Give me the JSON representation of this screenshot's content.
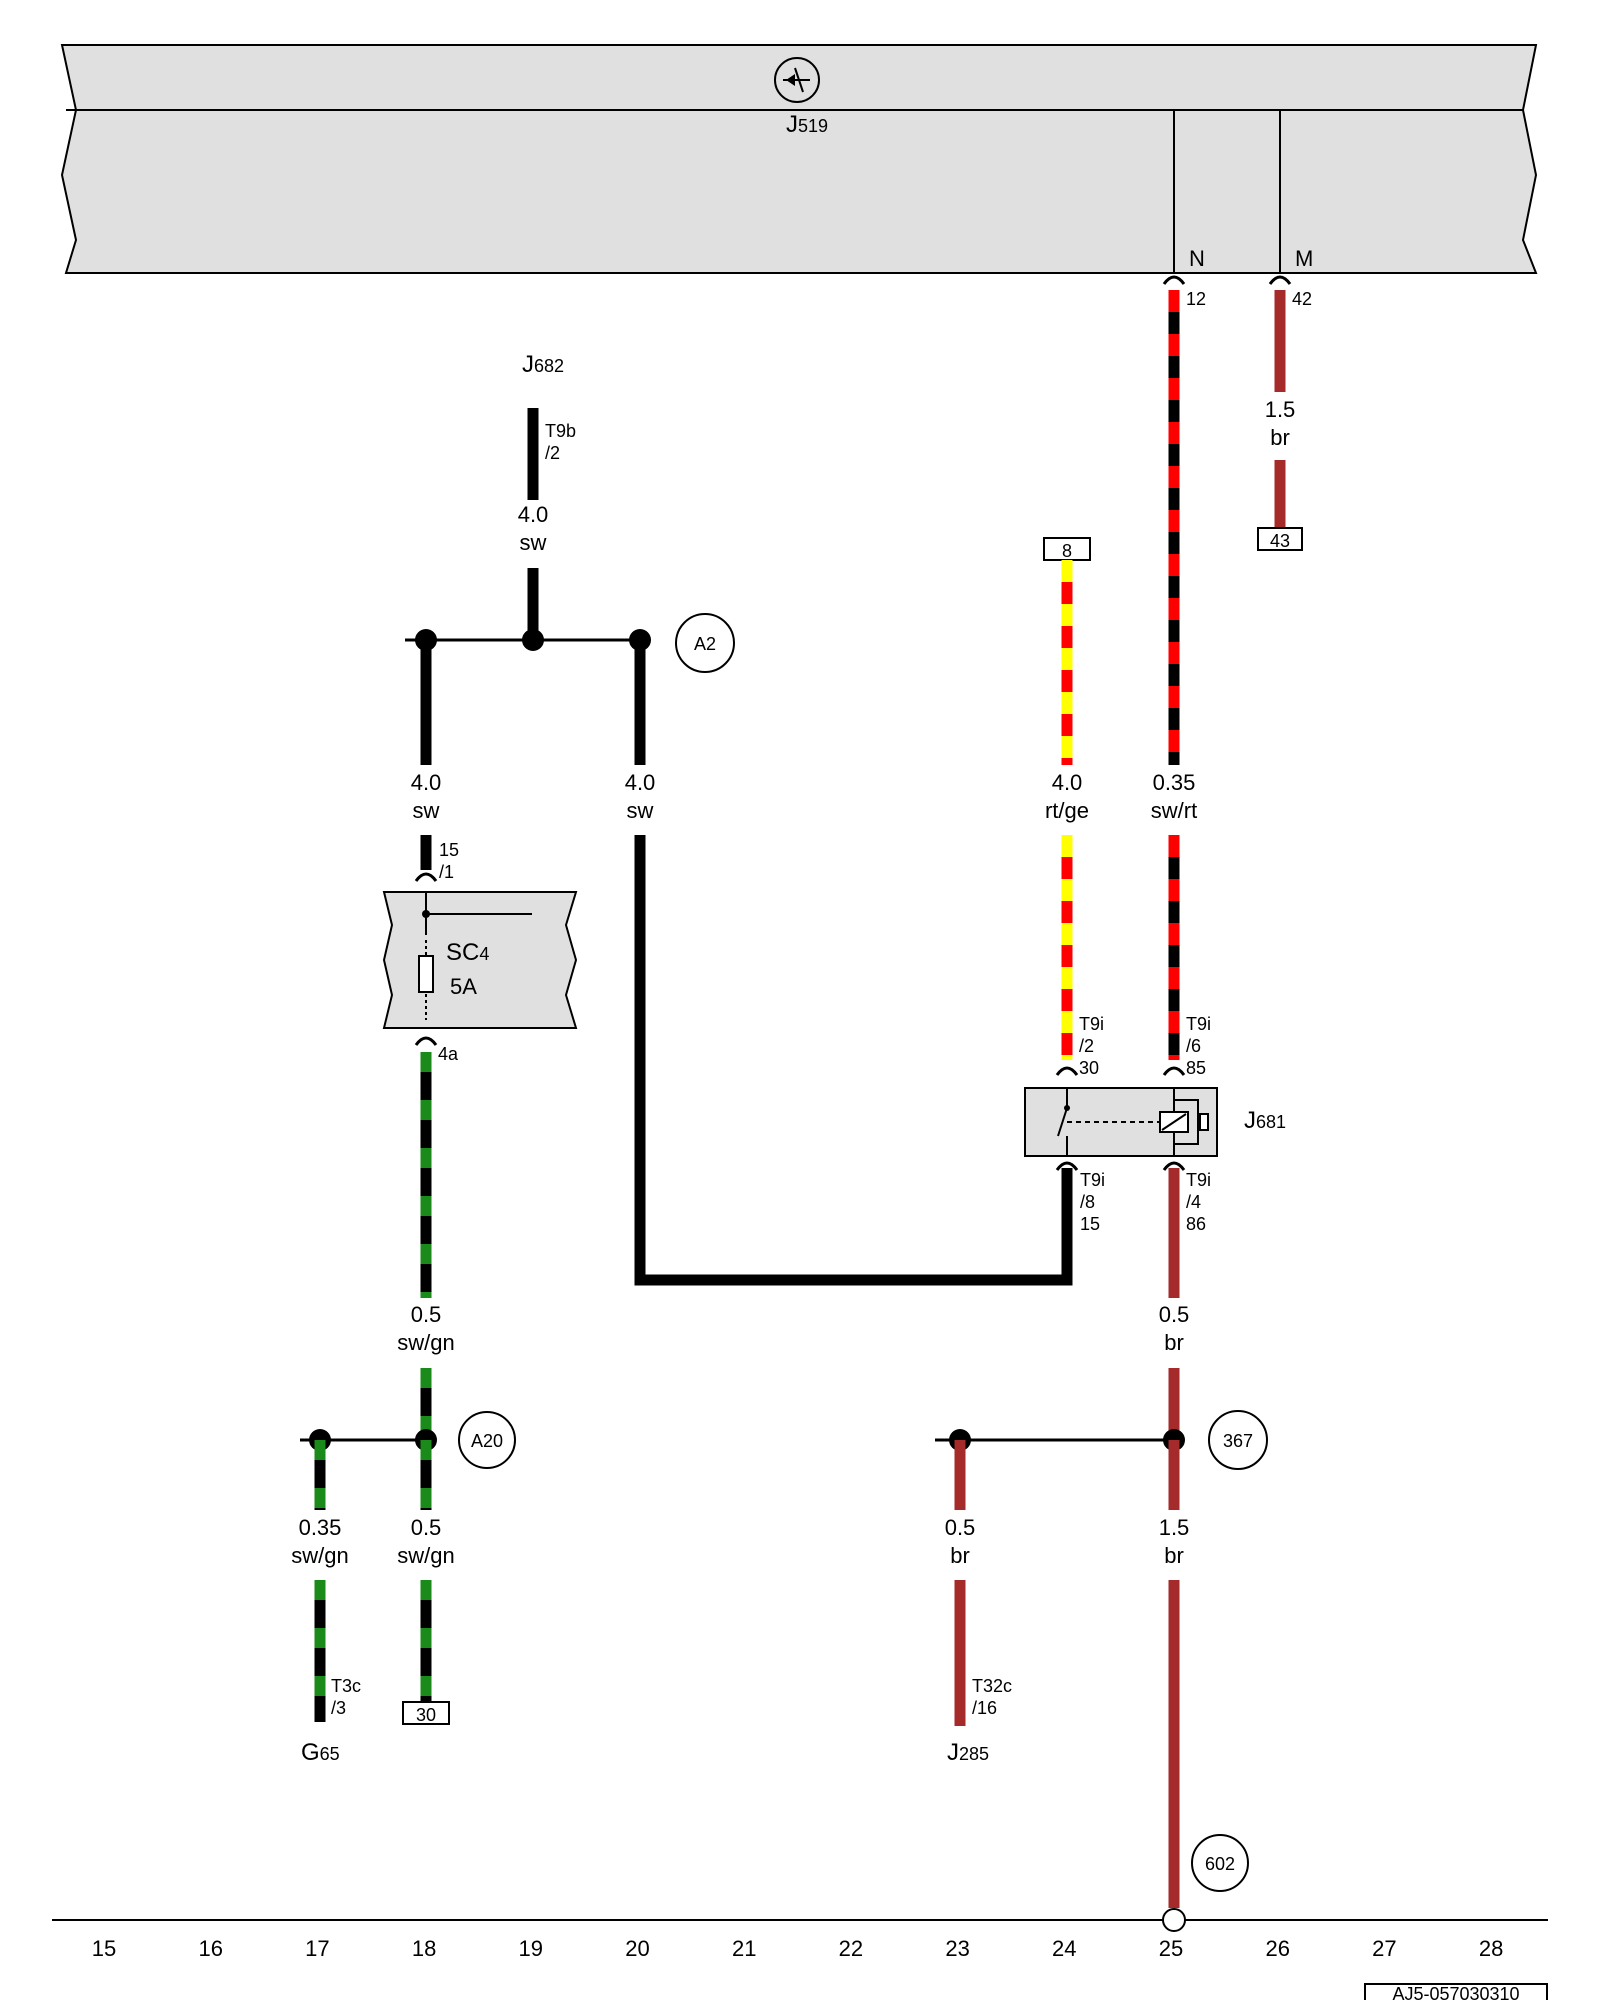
{
  "components": {
    "j519": {
      "code": "J",
      "sub": "519"
    },
    "j682": {
      "code": "J",
      "sub": "682"
    },
    "j681": {
      "code": "J",
      "sub": "681"
    },
    "j285": {
      "code": "J",
      "sub": "285"
    },
    "g65": {
      "code": "G",
      "sub": "65"
    },
    "sc4": {
      "code": "SC",
      "sub": "4",
      "rating": "5A"
    }
  },
  "pins": {
    "n": "N",
    "m": "M",
    "p12": "12",
    "p42": "42",
    "t9b": "T9b",
    "t9b_pin": "/2",
    "sc_in_a": "15",
    "sc_in_b": "/1",
    "sc_out": "4a",
    "t9i_2_a": "T9i",
    "t9i_2_b": "/2",
    "t9i_2_c": "30",
    "t9i_6_a": "T9i",
    "t9i_6_b": "/6",
    "t9i_6_c": "85",
    "t9i_8_a": "T9i",
    "t9i_8_b": "/8",
    "t9i_8_c": "15",
    "t9i_4_a": "T9i",
    "t9i_4_b": "/4",
    "t9i_4_c": "86",
    "t3c_a": "T3c",
    "t3c_b": "/3",
    "t32c_a": "T32c",
    "t32c_b": "/16"
  },
  "wires": {
    "w_m": {
      "size": "1.5",
      "color": "br"
    },
    "w_j682": {
      "size": "4.0",
      "color": "sw"
    },
    "w_sc_in": {
      "size": "4.0",
      "color": "sw"
    },
    "w_a2": {
      "size": "4.0",
      "color": "sw"
    },
    "w_rtge": {
      "size": "4.0",
      "color": "rt/ge"
    },
    "w_swrt": {
      "size": "0.35",
      "color": "sw/rt"
    },
    "w_swgn": {
      "size": "0.5",
      "color": "sw/gn"
    },
    "w_br86": {
      "size": "0.5",
      "color": "br"
    },
    "w_g65": {
      "size": "0.35",
      "color": "sw/gn"
    },
    "w_30": {
      "size": "0.5",
      "color": "sw/gn"
    },
    "w_j285": {
      "size": "0.5",
      "color": "br"
    },
    "w_gnd": {
      "size": "1.5",
      "color": "br"
    }
  },
  "refs": {
    "r43": "43",
    "r8": "8",
    "r30": "30"
  },
  "nodes": {
    "a2": "A2",
    "a20": "A20",
    "n367": "367",
    "n602": "602"
  },
  "grid": [
    "15",
    "16",
    "17",
    "18",
    "19",
    "20",
    "21",
    "22",
    "23",
    "24",
    "25",
    "26",
    "27",
    "28"
  ],
  "doc_id": "AJ5-057030310",
  "colors": {
    "sw": "#000000",
    "rt": "#ff0000",
    "ge": "#ffff00",
    "gn": "#1a8a1a",
    "br": "#a52a2a",
    "box": "#e0e0e0"
  }
}
